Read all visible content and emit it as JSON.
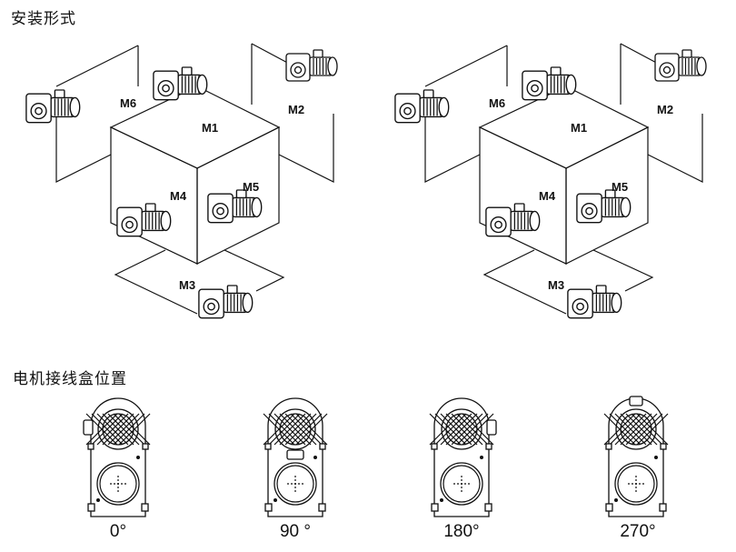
{
  "sections": {
    "mounting_title": "安装形式",
    "terminal_box_title": "电机接线盒位置"
  },
  "mounting_diagrams": [
    {
      "name": "foot-mounted-variant",
      "positions": [
        "M6",
        "M1",
        "M2",
        "M4",
        "M5",
        "M3"
      ]
    },
    {
      "name": "flange-shaft-variant",
      "positions": [
        "M6",
        "M1",
        "M2",
        "M4",
        "M5",
        "M3"
      ]
    }
  ],
  "terminal_box_positions": [
    {
      "label": "0°",
      "box_side": "left"
    },
    {
      "label": "90 °",
      "box_side": "bottom"
    },
    {
      "label": "180°",
      "box_side": "right"
    },
    {
      "label": "270°",
      "box_side": "top"
    }
  ]
}
